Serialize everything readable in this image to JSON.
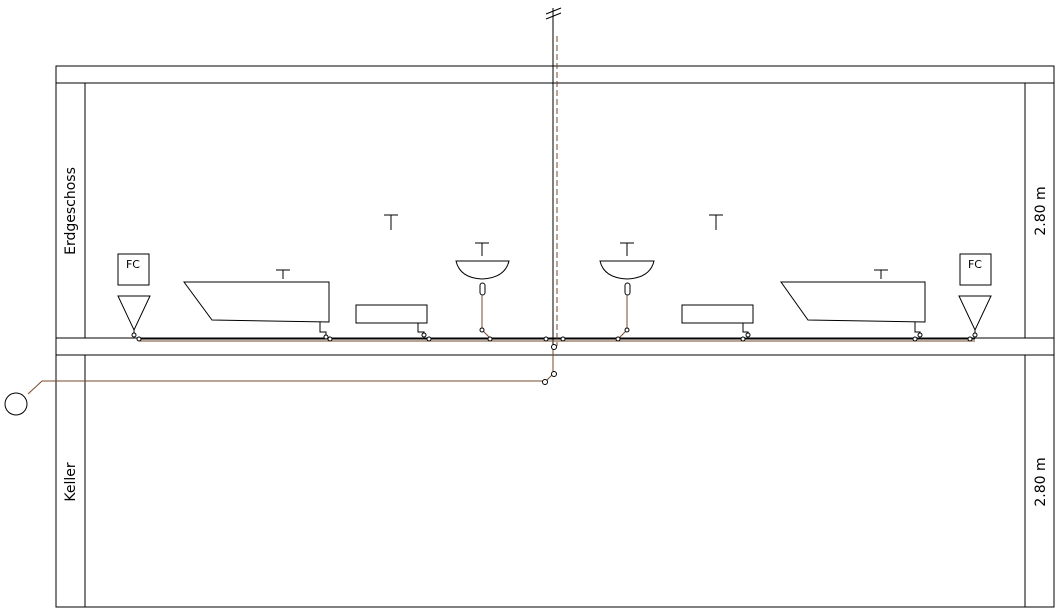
{
  "floors": {
    "upper": {
      "name": "Erdgeschoss",
      "height": "2.80 m"
    },
    "lower": {
      "name": "Keller",
      "height": "2.80 m"
    }
  },
  "fixtures": {
    "fc_label": "FC"
  },
  "colors": {
    "walls": "#000000",
    "drain_pipe": "#7a4a2a"
  }
}
